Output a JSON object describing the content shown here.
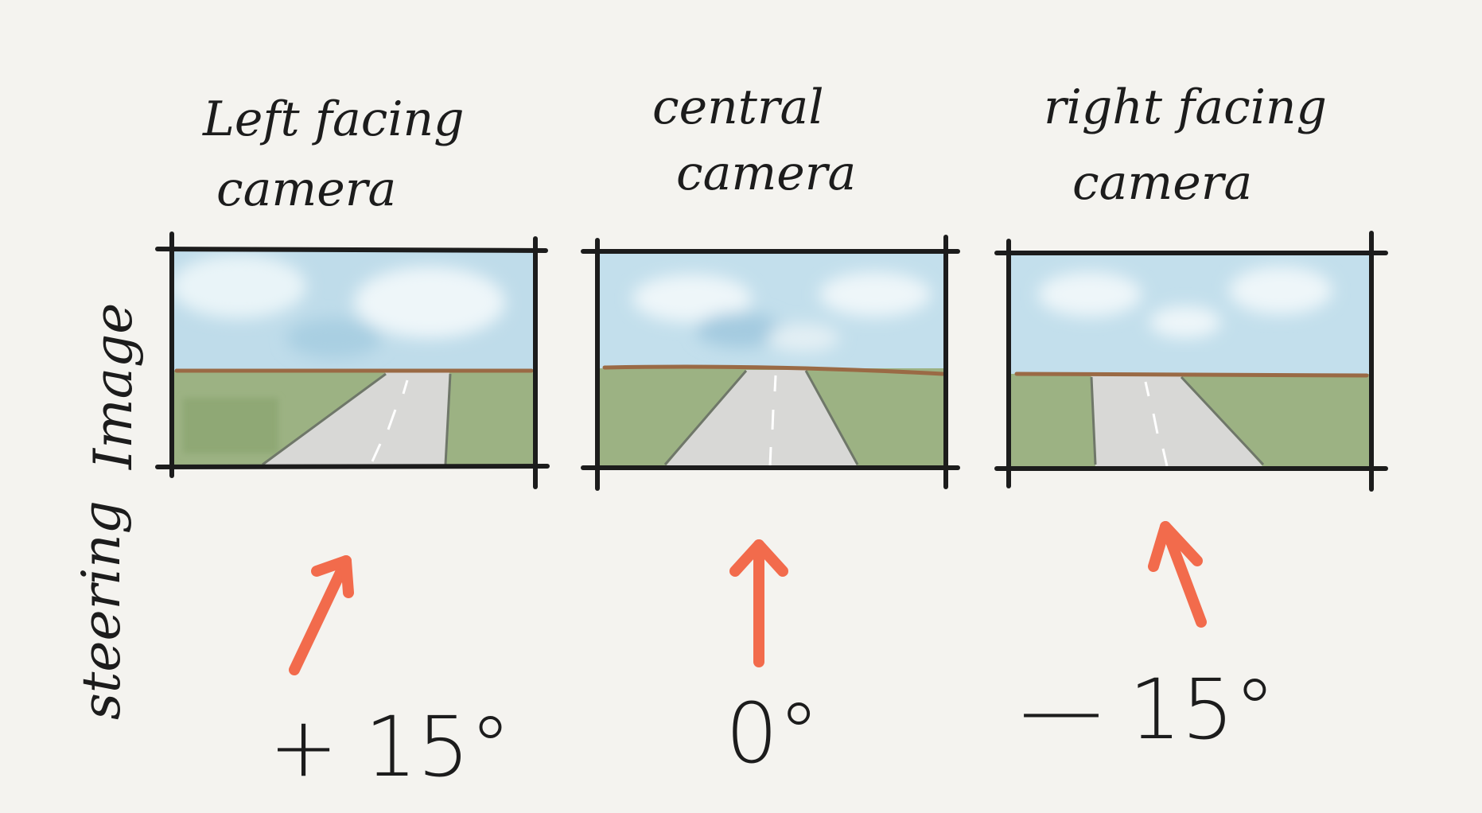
{
  "cameras": [
    {
      "title_line1": "Left facing",
      "title_line2": "camera",
      "steering_label": "+ 15°",
      "steering_deg": 15
    },
    {
      "title_line1": "central",
      "title_line2": "camera",
      "steering_label": "0°",
      "steering_deg": 0
    },
    {
      "title_line1": "right facing",
      "title_line2": "camera",
      "steering_label": "— 15°",
      "steering_deg": -15
    }
  ],
  "row_labels": {
    "image": "Image",
    "steering": "steering"
  },
  "colors": {
    "background": "#f4f3ef",
    "ink": "#1c1c1c",
    "sky": "#bfdcea",
    "cloud": "#eef6f9",
    "grass": "#9cb283",
    "road": "#d8d8d6",
    "horizon": "#9a6a45",
    "arrow": "#f26b4c"
  }
}
